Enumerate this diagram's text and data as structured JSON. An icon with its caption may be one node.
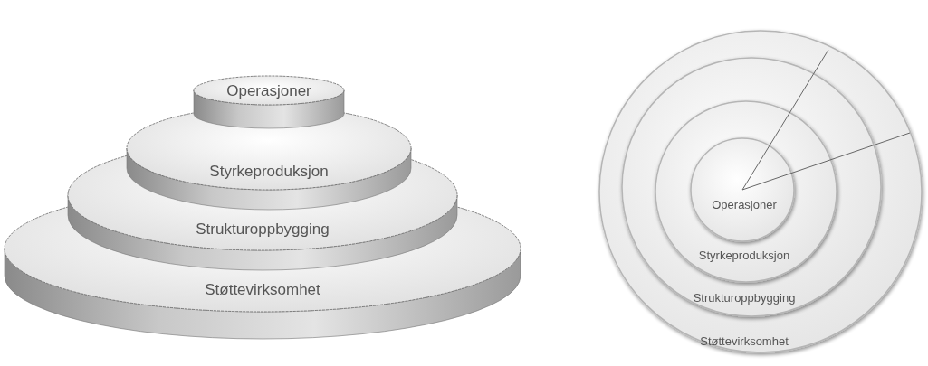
{
  "diagram": {
    "nodes": [
      {
        "text": [
          "Operasjoner"
        ]
      },
      {
        "text": [
          "Styrkeproduksjon"
        ]
      },
      {
        "text": [
          "Strukturoppbygging"
        ]
      },
      {
        "text": [
          "Støttevirksomhet"
        ]
      },
      {
        "text": [
          "Støttevirksomhet"
        ]
      },
      {
        "text": [
          "Strukturoppbygging"
        ],
        "in": 4
      },
      {
        "text": [
          "Styrkeproduksjon"
        ],
        "in": 5
      },
      {
        "text": [
          "Operasjoner"
        ],
        "in": 6
      }
    ]
  }
}
